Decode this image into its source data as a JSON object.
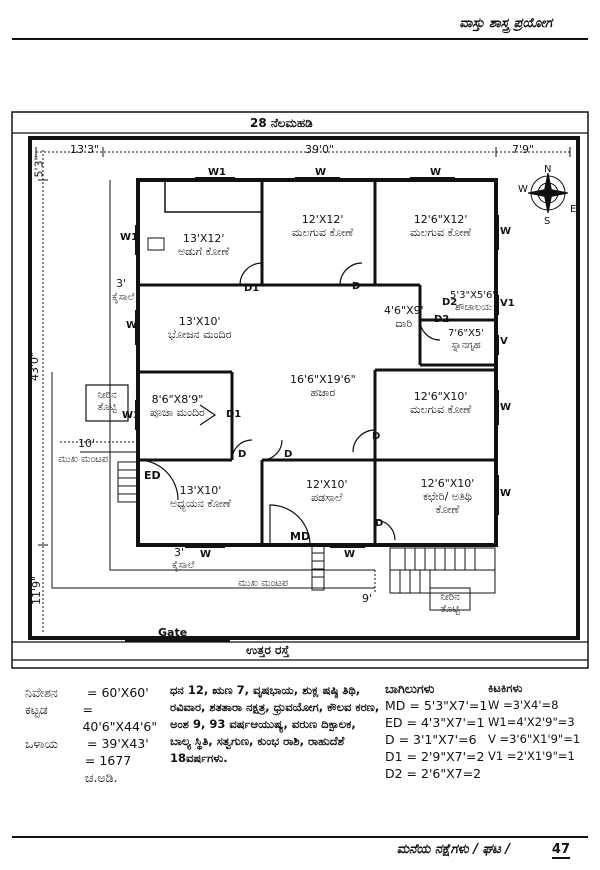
{
  "header": {
    "title": "ವಾಸ್ತು ಶಾಸ್ತ್ರ ಪ್ರಯೋಗ"
  },
  "plan": {
    "title": "28 ನೆಲಮಹಡಿ",
    "road": "ಉತ್ತರ ರಸ್ತೆ",
    "gate": "Gate",
    "dims": {
      "left_top": "13'3\"",
      "mid_top": "39'0\"",
      "right_top": "7'9\"",
      "left_side": "5'3\"",
      "left_long": "43'0\"",
      "left_bottom": "11'9\"",
      "step_left": "3'",
      "bottom_right": "9'",
      "mid_left": "10'",
      "bottom_left": "3'"
    },
    "rooms": [
      {
        "size": "13'X12'",
        "name": "ಅಡುಗೆ ಕೋಣೆ"
      },
      {
        "size": "12'X12'",
        "name": "ಮಲಗುವ ಕೋಣೆ"
      },
      {
        "size": "12'6\"X12'",
        "name": "ಮಲಗುವ ಕೋಣೆ"
      },
      {
        "size": "13'X10'",
        "name": "ಭೋಜನ ಮಂದಿರ"
      },
      {
        "size": "4'6\"X9'",
        "name": "ದಾರಿ"
      },
      {
        "size": "5'3\"X5'6\"",
        "name": "ಶೌಚಾಲಯ"
      },
      {
        "size": "7'6\"X5'",
        "name": "ಸ್ನಾನಗೃಹ"
      },
      {
        "size": "16'6\"X19'6\"",
        "name": "ಹಜಾರ"
      },
      {
        "size": "8'6\"X8'9\"",
        "name": "ಪೂಜಾ ಮಂದಿರ"
      },
      {
        "size": "12'6\"X10'",
        "name": "ಮಲಗುವ ಕೋಣೆ"
      },
      {
        "size": "13'X10'",
        "name": "ಅಧ್ಯಯನ ಕೋಣೆ"
      },
      {
        "size": "12'X10'",
        "name": "ಪಡಸಾಲೆ"
      },
      {
        "size": "12'6\"X10'",
        "name": "ಕಛೇರಿ/ ಅತಿಥಿ ಕೋಣೆ"
      }
    ],
    "sitouts": [
      "ಕೈಸಾಲೆ",
      "ಕೈಸಾಲೆ"
    ],
    "mukha_mantapa": "ಮುಖ ಮಂಟಪ",
    "water_tank": "ನೀರಿನ ತೊಟ್ಟಿ",
    "sump": "ನೀರಿನ ತೊಟ್ಟಿ",
    "door_codes": {
      "W1": "W1",
      "W": "W",
      "D": "D",
      "D1": "D1",
      "D2": "D2",
      "V": "V",
      "V1": "V1",
      "ED": "ED",
      "MD": "MD"
    },
    "compass": [
      "N",
      "E",
      "S",
      "W"
    ]
  },
  "info": {
    "col1": [
      {
        "k": "ನಿವೇಶನ",
        "v": "= 60'X60'"
      },
      {
        "k": "ಕಟ್ಟಡ",
        "v": "= 40'6\"X44'6\""
      },
      {
        "k": "ಒಳಾಯ",
        "v": "= 39'X43'"
      },
      {
        "k": "",
        "v": "= 1677 ಚ.ಅಡಿ."
      }
    ],
    "col2": "ಧನ 12, ಋಣ 7, ವೃಷಭಾಯ, ಶುಕ್ಲ ಷಷ್ಠಿ ತಿಥಿ, ರವಿವಾರ, ಶತತಾರಾ ನಕ್ಷತ್ರ, ಧ್ರುವಯೋಗ, ಕೌಲವ ಕರಣ, ಅಂಶ 9, 93 ವರ್ಷಆಯುಷ್ಯ, ವರುಣ ದಿಕ್ಪಾಲಕ, ಬಾಲ್ಯ ಸ್ಥಿತಿ, ಸತ್ವಗುಣ, ಕುಂಭ ರಾಶಿ, ರಾಹುದೆಶೆ 18ವರ್ಷಗಳು.",
    "doors_title": "ಬಾಗಿಲುಗಳು",
    "doors": [
      "MD = 5'3\"X7'=1",
      "ED = 4'3\"X7'=1",
      "D   = 3'1\"X7'=6",
      "D1 = 2'9\"X7'=2",
      "D2 = 2'6\"X7=2"
    ],
    "windows_title": "ಕಿಟಕಿಗಳು",
    "windows": [
      "W  =3'X4'=8",
      "W1=4'X2'9\"=3",
      "V   =3'6\"X1'9\"=1",
      "V1 =2'X1'9\"=1"
    ]
  },
  "footer": {
    "title": "ಮನೆಯ ನಕ್ಷೆಗಳು / ಘಟ /",
    "page": "47"
  }
}
